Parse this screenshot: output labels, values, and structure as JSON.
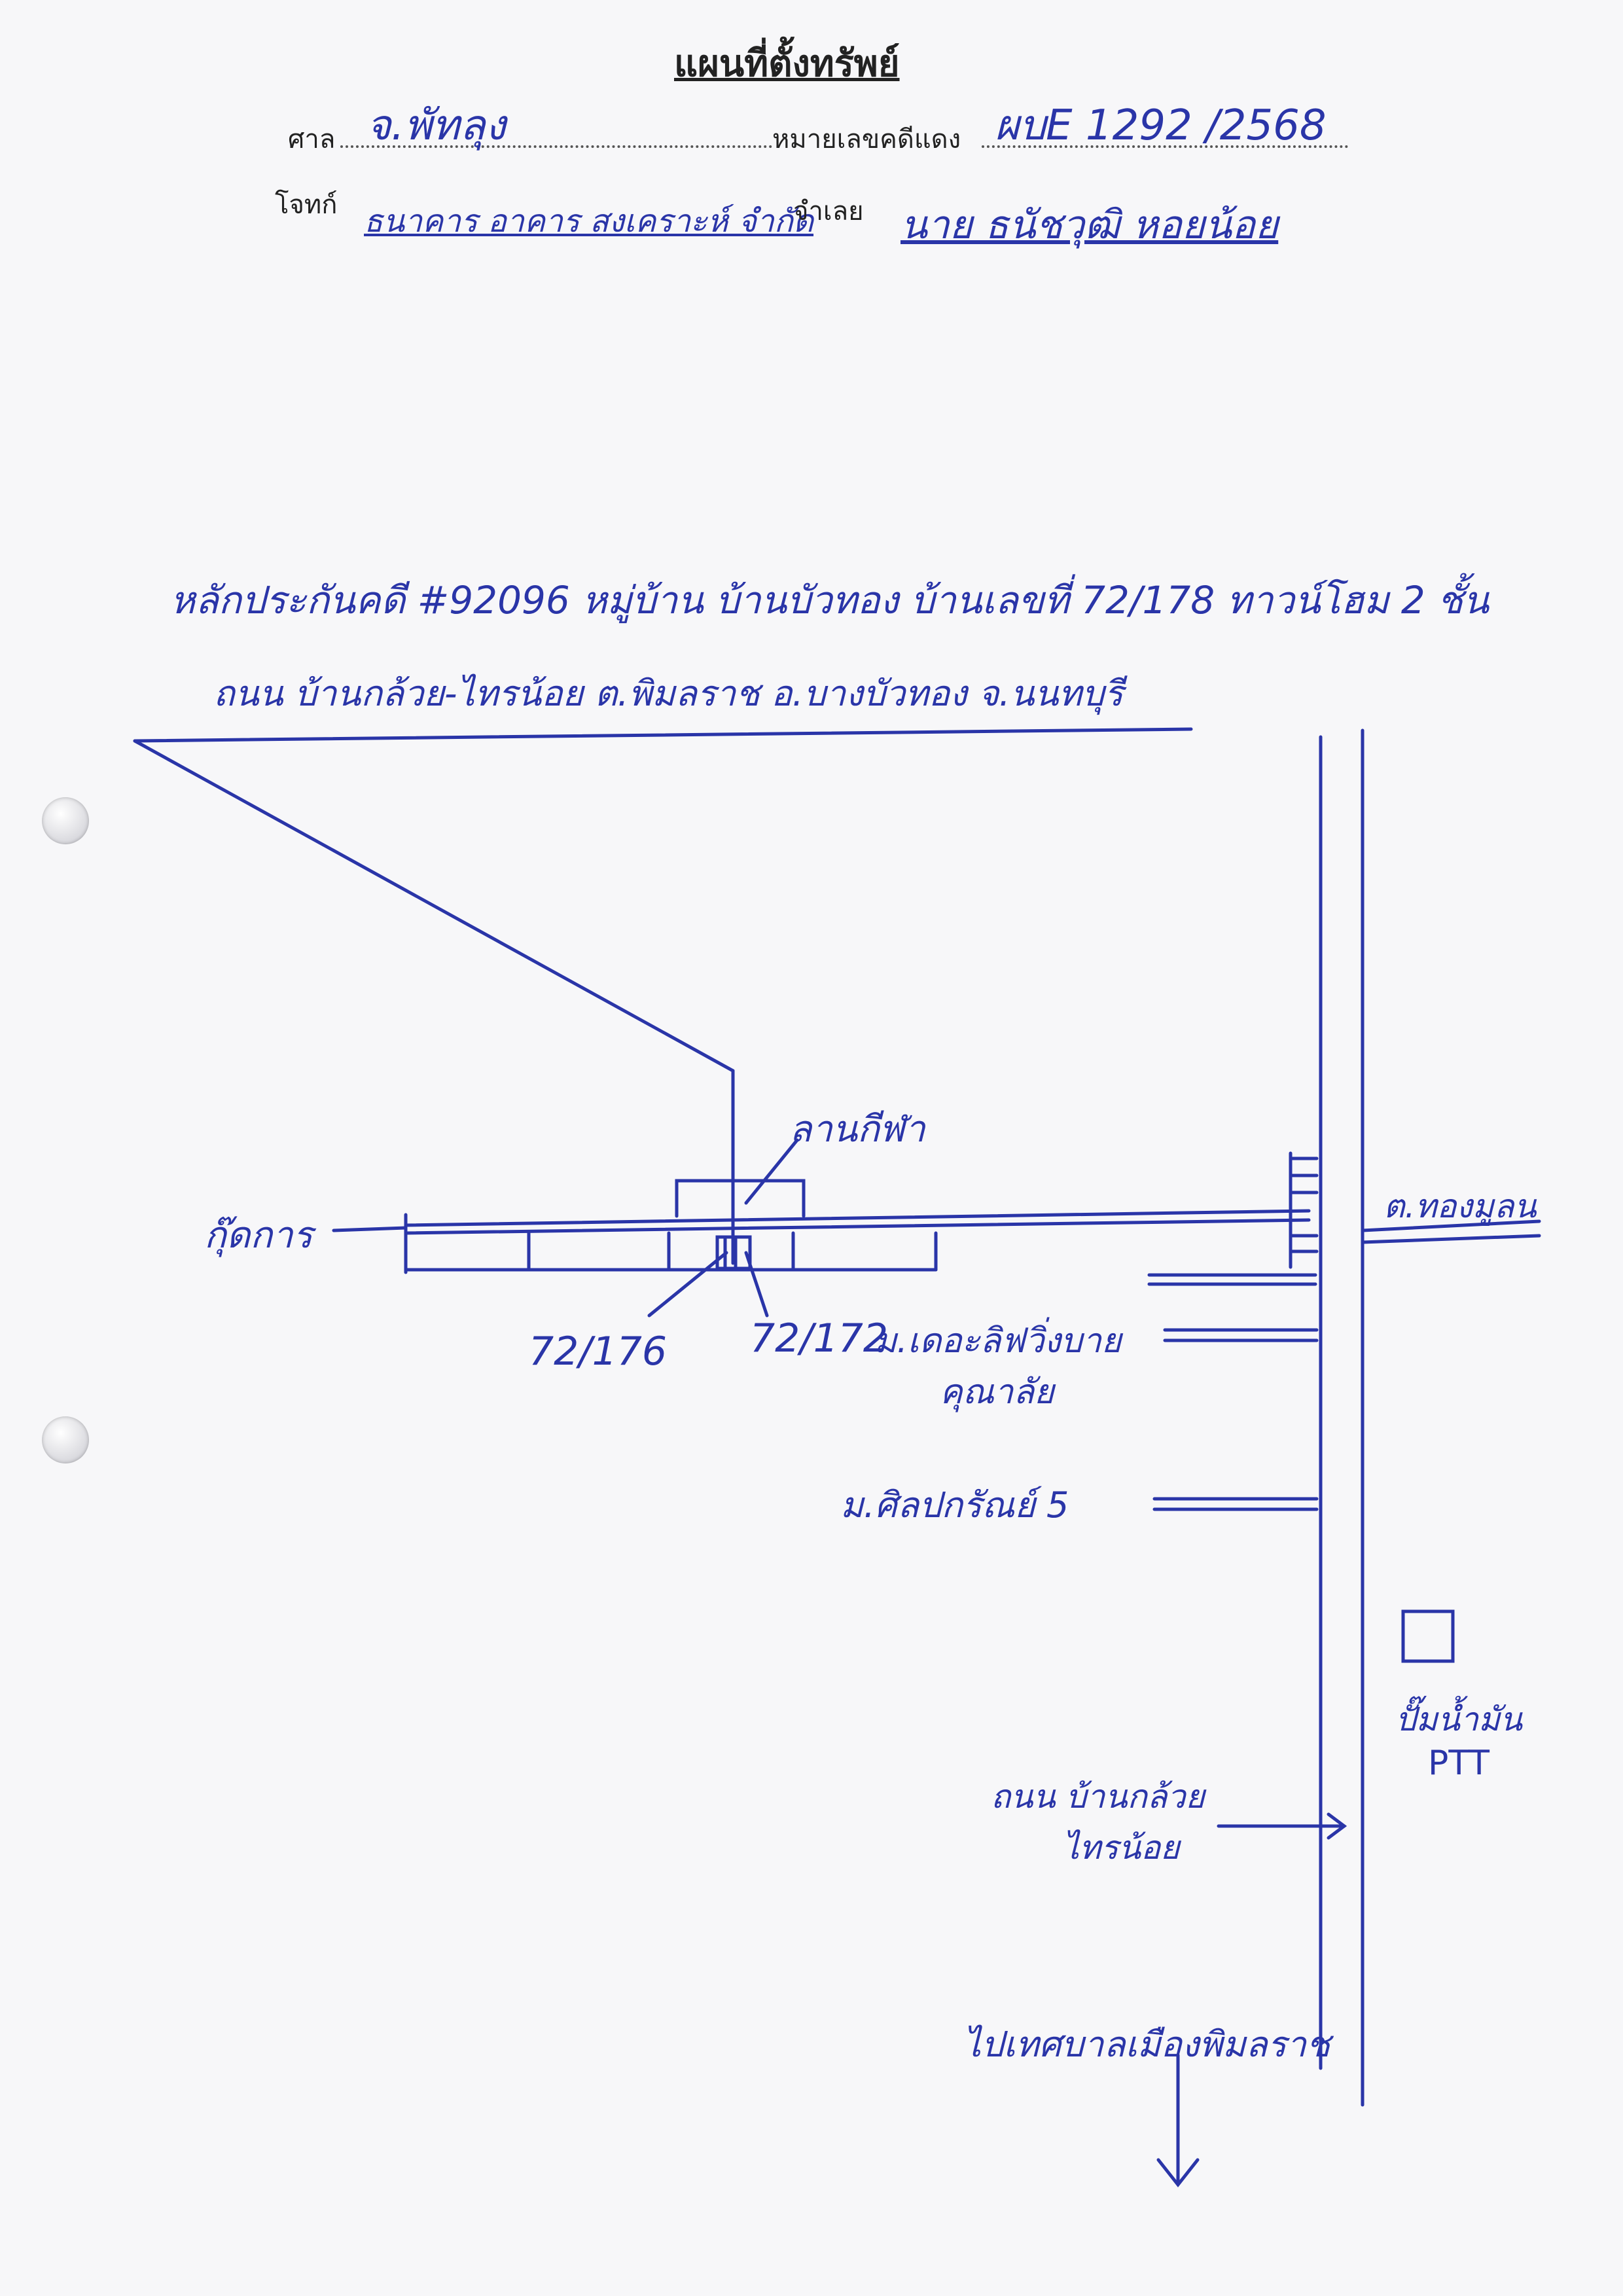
{
  "form": {
    "title": "แผนที่ตั้งทรัพย์",
    "court_label": "ศาล",
    "court_value": "จ.พัทลุง",
    "case_no_label": "หมายเลขคดีแดง",
    "case_no_value": "ผบE 1292 /2568",
    "plaintiff_label": "โจทก์",
    "plaintiff_value": "ธนาคาร อาคาร สงเคราะห์ จำกัด",
    "defendant_label": "จำเลย",
    "defendant_value": "นาย ธนัชวุฒิ หอยน้อย"
  },
  "property": {
    "line1": "หลักประกันคดี #92096 หมู่บ้าน บ้านบัวทอง บ้านเลขที่ 72/178 ทาวน์โฮม 2 ชั้น",
    "line2": "ถนน บ้านกล้วย-ไทรน้อย ต.พิมลราช อ.บางบัวทอง จ.นนทบุรี"
  },
  "map": {
    "sky_hall": "ลานกีฬา",
    "dead_end": "กุ๊ดการ",
    "house_left": "72/176",
    "house_right": "72/172",
    "village_1_line1": "ม.เดอะลิฟวิ่งบาย",
    "village_1_line2": "คุณาลัย",
    "village_2": "ม.ศิลปกรัณย์ 5",
    "side_road": "ต.ทองมูลน",
    "gas_station_line1": "ปั๊มน้ำมัน",
    "gas_station_line2": "PTT",
    "main_road_line1": "ถนน บ้านกล้วย",
    "main_road_line2": "ไทรน้อย",
    "direction": "ไปเทศบาลเมืองพิมลราช"
  },
  "colors": {
    "ink": "#2a35a8",
    "print": "#222222",
    "paper": "#f7f7f9"
  }
}
